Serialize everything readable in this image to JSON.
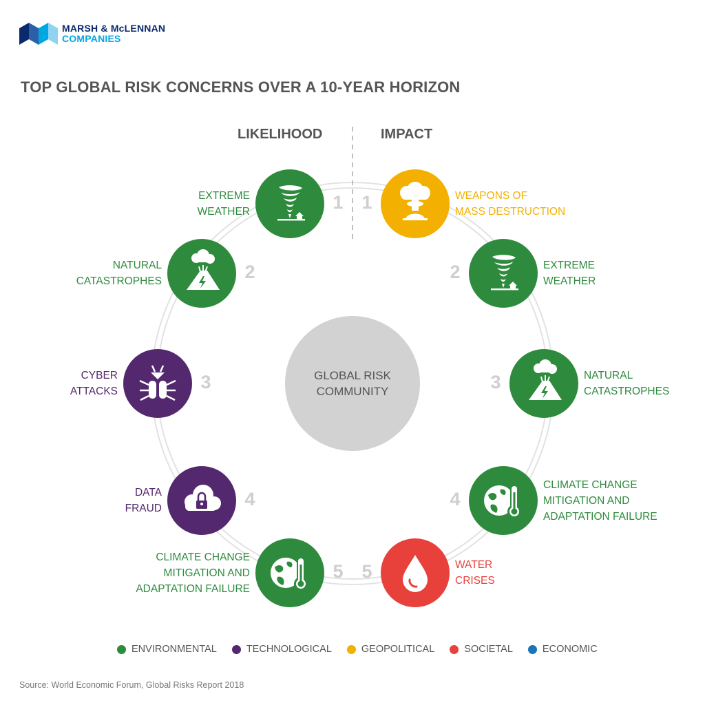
{
  "logo": {
    "line1": "MARSH & McLENNAN",
    "line2": "COMPANIES",
    "colors": [
      "#0a2a6b",
      "#00a8e1",
      "#2c5fa8",
      "#8fd3f0"
    ]
  },
  "title": "TOP GLOBAL RISK CONCERNS OVER A 10-YEAR HORIZON",
  "columns": {
    "likelihood": "LIKELIHOOD",
    "impact": "IMPACT"
  },
  "center": {
    "line1": "GLOBAL RISK",
    "line2": "COMMUNITY"
  },
  "category_colors": {
    "environmental": "#2e8b3e",
    "technological": "#54286e",
    "geopolitical": "#f4b000",
    "societal": "#e8413c",
    "economic": "#1a75bb"
  },
  "likelihood": [
    {
      "rank": "1",
      "lines": [
        "EXTREME",
        "WEATHER"
      ],
      "category": "environmental",
      "icon": "tornado-icon"
    },
    {
      "rank": "2",
      "lines": [
        "NATURAL",
        "CATASTROPHES"
      ],
      "category": "environmental",
      "icon": "volcano-icon"
    },
    {
      "rank": "3",
      "lines": [
        "CYBER",
        "ATTACKS"
      ],
      "category": "technological",
      "icon": "bug-icon"
    },
    {
      "rank": "4",
      "lines": [
        "DATA",
        "FRAUD"
      ],
      "category": "technological",
      "icon": "cloud-lock-icon"
    },
    {
      "rank": "5",
      "lines": [
        "CLIMATE CHANGE",
        "MITIGATION AND",
        "ADAPTATION FAILURE"
      ],
      "category": "environmental",
      "icon": "globe-thermometer-icon"
    }
  ],
  "impact": [
    {
      "rank": "1",
      "lines": [
        "WEAPONS OF",
        "MASS DESTRUCTION"
      ],
      "category": "geopolitical",
      "icon": "mushroom-cloud-icon"
    },
    {
      "rank": "2",
      "lines": [
        "EXTREME",
        "WEATHER"
      ],
      "category": "environmental",
      "icon": "tornado-icon"
    },
    {
      "rank": "3",
      "lines": [
        "NATURAL",
        "CATASTROPHES"
      ],
      "category": "environmental",
      "icon": "volcano-icon"
    },
    {
      "rank": "4",
      "lines": [
        "CLIMATE CHANGE",
        "MITIGATION AND",
        "ADAPTATION FAILURE"
      ],
      "category": "environmental",
      "icon": "globe-thermometer-icon"
    },
    {
      "rank": "5",
      "lines": [
        "WATER",
        "CRISES"
      ],
      "category": "societal",
      "icon": "water-drop-icon"
    }
  ],
  "legend": [
    {
      "label": "ENVIRONMENTAL",
      "color": "#2e8b3e"
    },
    {
      "label": "TECHNOLOGICAL",
      "color": "#54286e"
    },
    {
      "label": "GEOPOLITICAL",
      "color": "#f4b000"
    },
    {
      "label": "SOCIETAL",
      "color": "#e8413c"
    },
    {
      "label": "ECONOMIC",
      "color": "#1a75bb"
    }
  ],
  "source": "Source: World Economic Forum, Global Risks Report 2018"
}
